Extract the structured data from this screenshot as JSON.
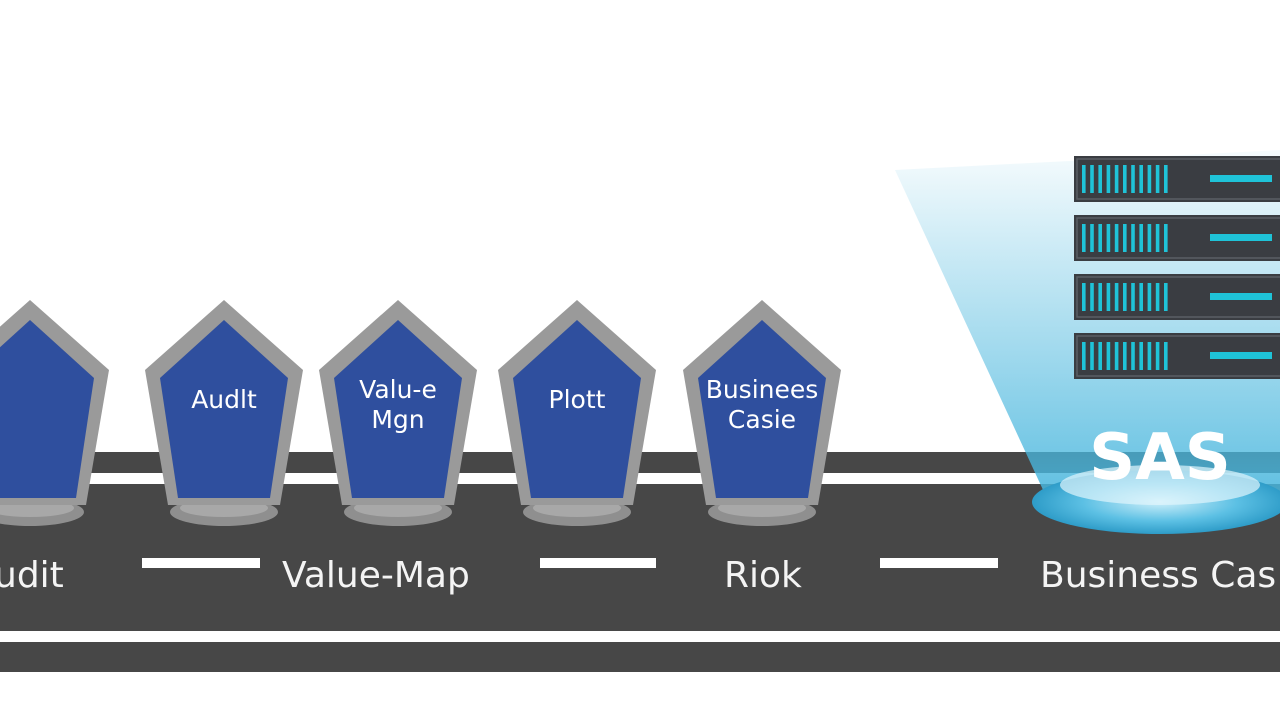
{
  "colors": {
    "road": "#474747",
    "road_line": "#ffffff",
    "badge_fill": "#2f4f9e",
    "badge_border": "#9a9a9a",
    "badge_base": "#8f8f8f",
    "server": "#3a3d42",
    "server_led": "#1fc3d8",
    "glow": "#48b6dd"
  },
  "badges": [
    {
      "name": "badge-1",
      "lines": [
        "",
        ""
      ]
    },
    {
      "name": "badge-audit",
      "lines": [
        "Audlt",
        ""
      ]
    },
    {
      "name": "badge-value-map",
      "lines": [
        "Valu-e",
        "Mgn"
      ]
    },
    {
      "name": "badge-pilot",
      "lines": [
        "Plott",
        ""
      ]
    },
    {
      "name": "badge-business-case",
      "lines": [
        "Businees",
        "Casie"
      ]
    }
  ],
  "road_labels": [
    "udit",
    "Value-Map",
    "Riok",
    "Business Cas"
  ],
  "hub": {
    "label": "SAS"
  },
  "server_units": 4
}
